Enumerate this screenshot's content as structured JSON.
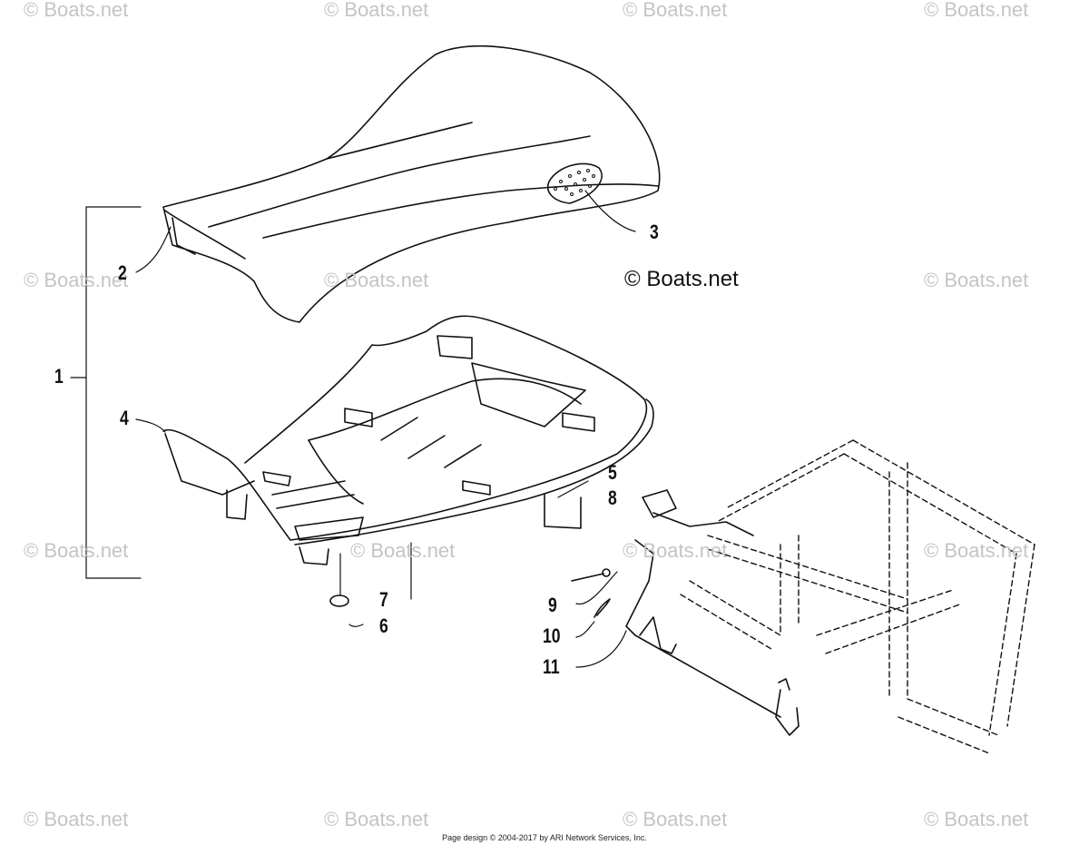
{
  "watermark_text": "© Boats.net",
  "main_watermark": "© Boats.net",
  "footer": "Page design © 2004-2017 by ARI Network Services, Inc.",
  "callouts": {
    "c1": "1",
    "c2": "2",
    "c3": "3",
    "c4": "4",
    "c5": "5",
    "c6": "6",
    "c7": "7",
    "c8": "8",
    "c9": "9",
    "c10": "10",
    "c11": "11"
  }
}
